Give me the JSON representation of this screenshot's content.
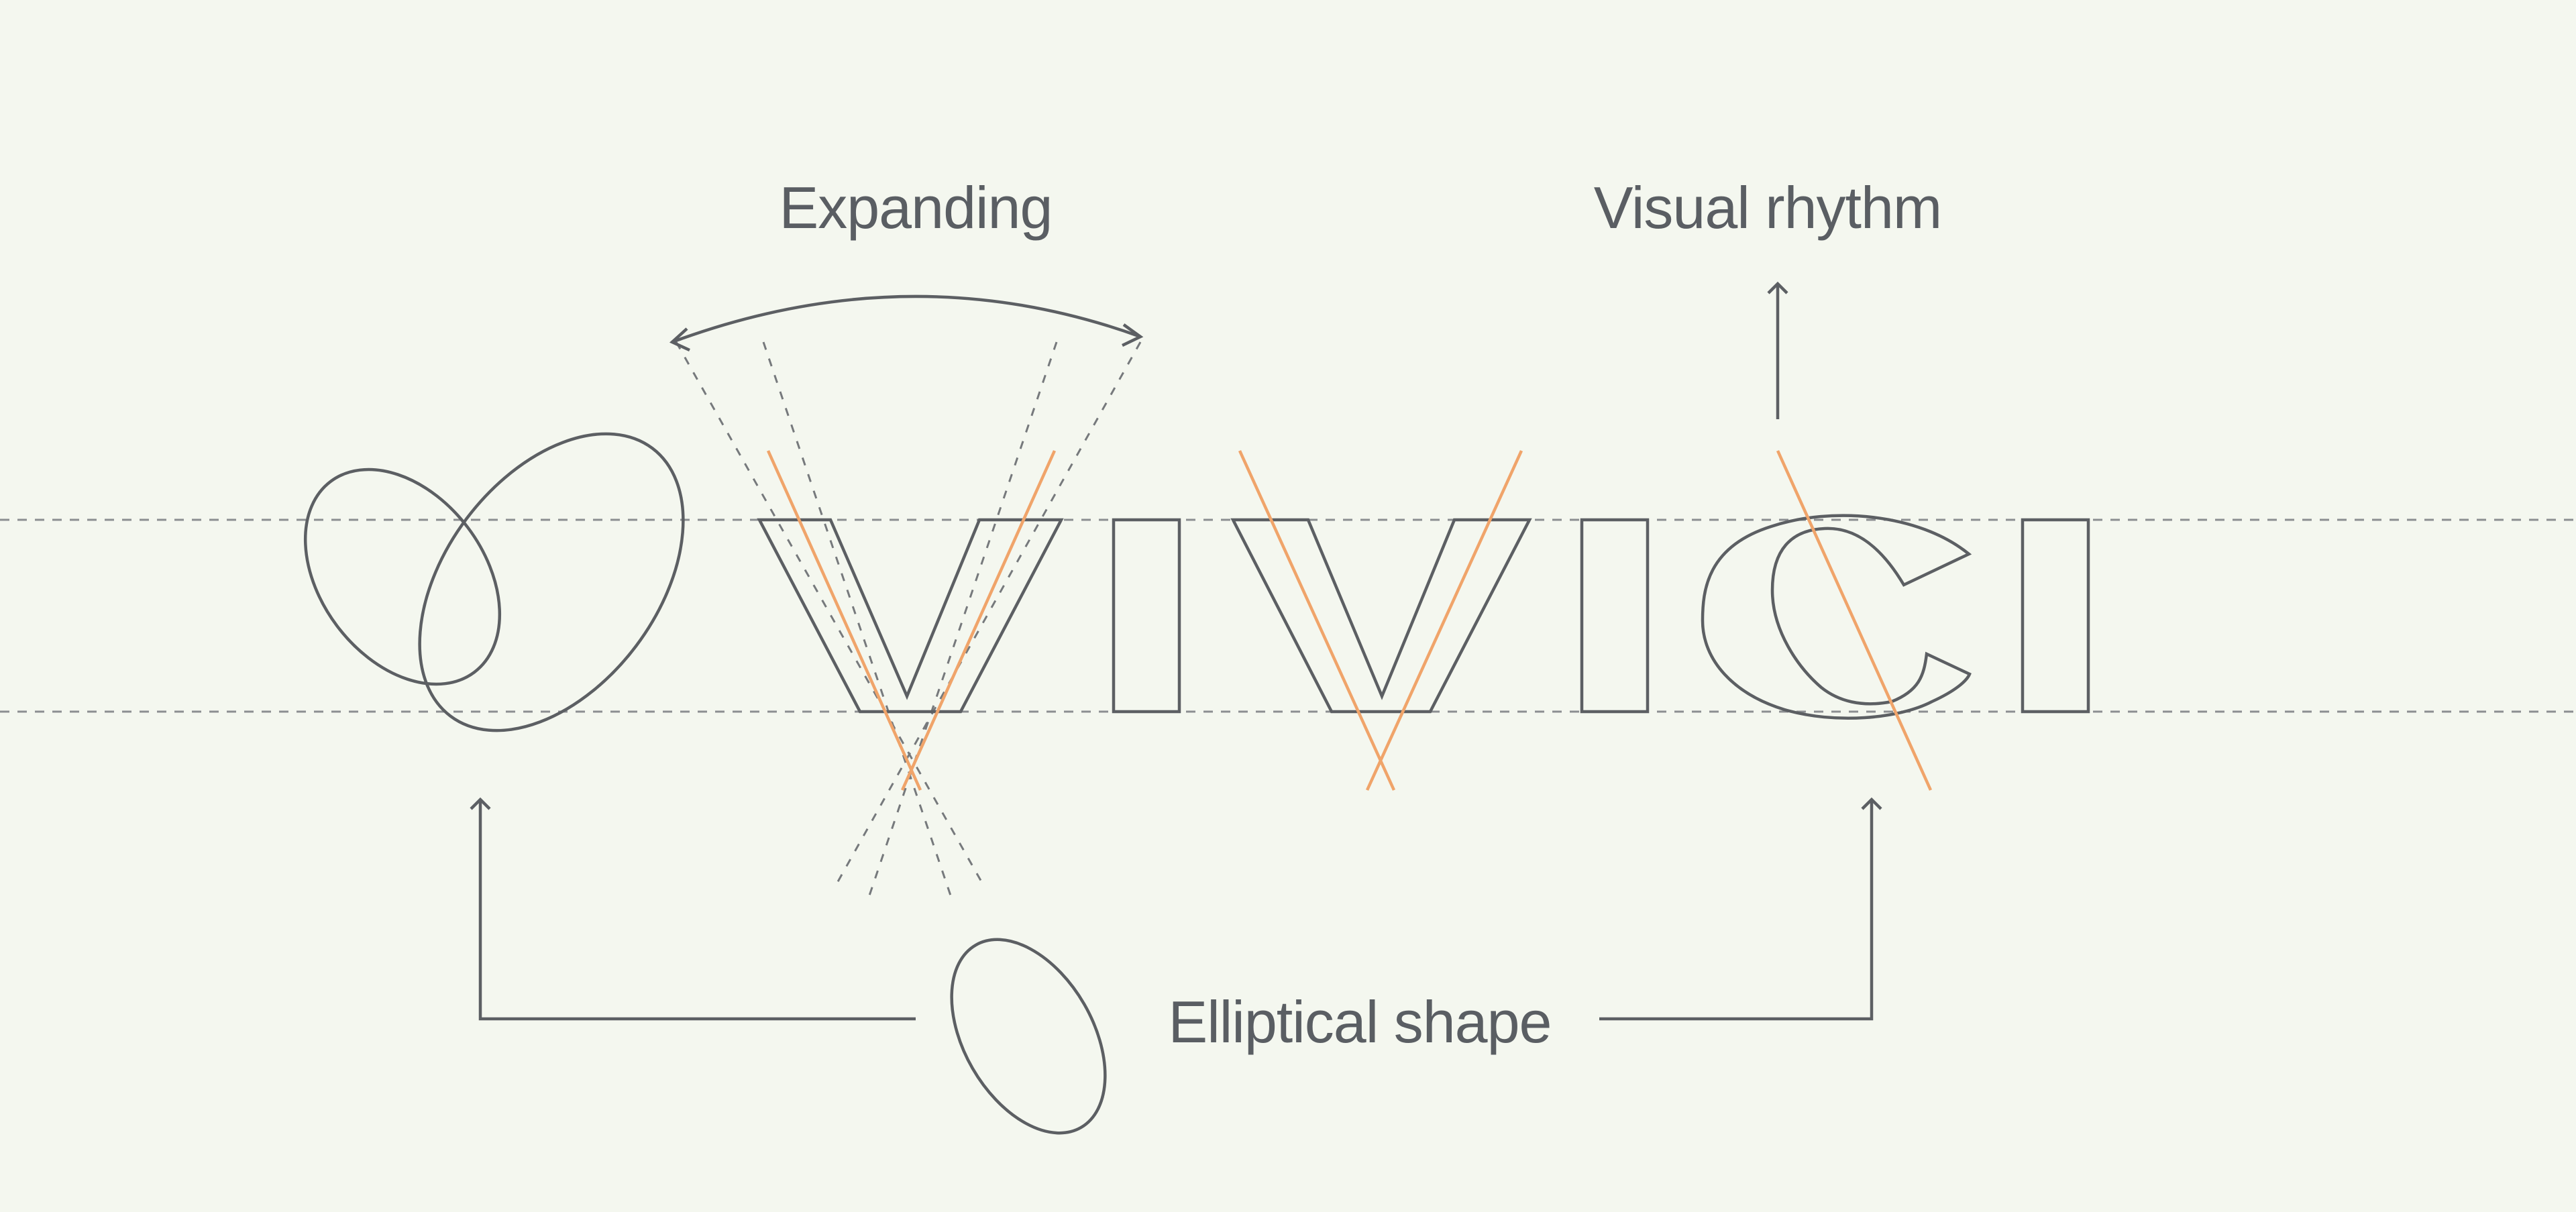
{
  "labels": {
    "expanding": "Expanding",
    "visual_rhythm": "Visual rhythm",
    "elliptical_shape": "Elliptical shape"
  },
  "wordmark": {
    "letters": [
      "V",
      "I",
      "V",
      "I",
      "C",
      "I"
    ]
  },
  "colors": {
    "background": "#f4f7ef",
    "outline": "#5c5f63",
    "accent": "#f0a46a",
    "text": "#5a5e63"
  }
}
